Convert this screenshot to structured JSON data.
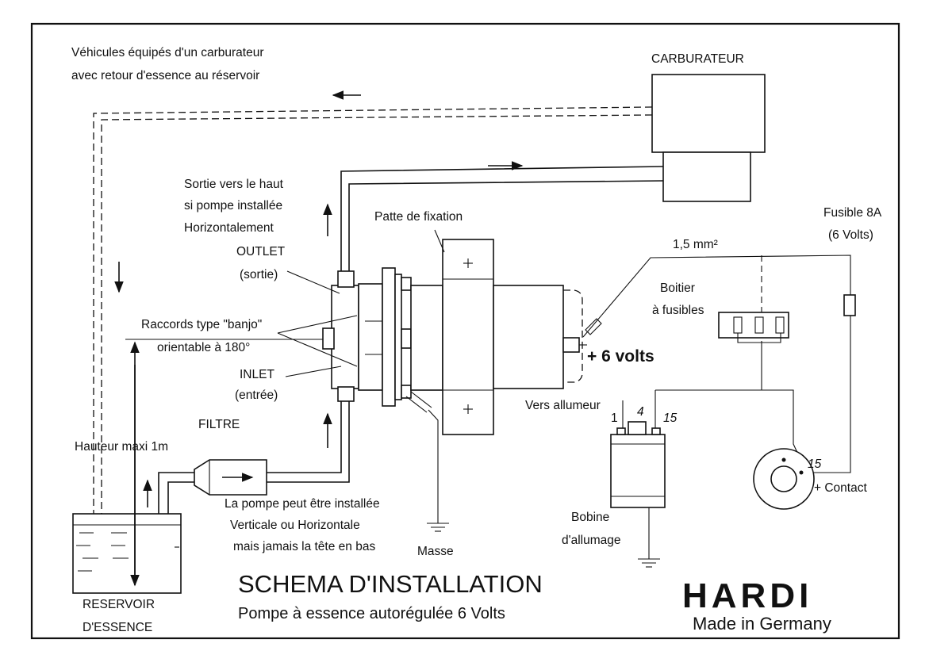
{
  "title": "SCHEMA D'INSTALLATION",
  "subtitle": "Pompe à essence autorégulée 6 Volts",
  "brand": {
    "name": "HARDI",
    "tagline": "Made in Germany"
  },
  "labels": {
    "return_line": [
      "Véhicules équipés d'un carburateur",
      "avec retour d'essence au réservoir"
    ],
    "carburettor": "CARBURATEUR",
    "outlet_up": [
      "Sortie vers le haut",
      "si pompe installée",
      "Horizontalement"
    ],
    "outlet": [
      "OUTLET",
      "(sortie)"
    ],
    "banjo": [
      "Raccords type \"banjo\"",
      "orientable à 180°"
    ],
    "inlet": [
      "INLET",
      "(entrée)"
    ],
    "bracket": "Patte de fixation",
    "filter": "FILTRE",
    "max_height": "Hauteur maxi 1m",
    "mounting": [
      "La pompe peut être installée",
      "Verticale ou Horizontale",
      "mais jamais la tête en bas"
    ],
    "ground": "Masse",
    "tank": [
      "RESERVOIR",
      "D'ESSENCE"
    ],
    "wire_gauge": "1,5 mm²",
    "fuse": [
      "Fusible 8A",
      "(6 Volts)"
    ],
    "fuse_box": [
      "Boitier",
      "à fusibles"
    ],
    "supply": "+ 6 volts",
    "to_distributor": "Vers allumeur",
    "coil": [
      "Bobine",
      "d'allumage"
    ],
    "coil_terminals": [
      "1",
      "4",
      "15"
    ],
    "ignition_terminal": "15",
    "ignition": "+ Contact"
  }
}
